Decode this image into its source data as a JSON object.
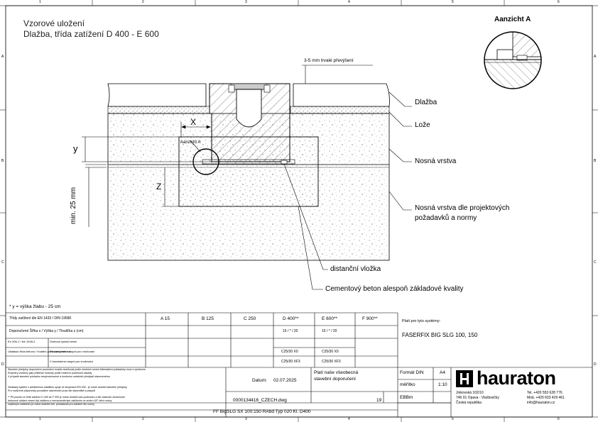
{
  "frame": {
    "col_numbers": [
      "1",
      "2",
      "3",
      "4",
      "5",
      "6"
    ],
    "row_letters": [
      "A",
      "B",
      "C",
      "D"
    ]
  },
  "drawing": {
    "title_line1": "Vzorové uložení",
    "title_line2": "Dlažba, třída zatížení D 400 - E 600",
    "detail_title": "Aanzicht A",
    "detail_marker": "Aanzicht A",
    "gap_note": "3-5 mm trvalé převýšení",
    "labels": {
      "dlazba": "Dlažba",
      "loze": "Lože",
      "nosna": "Nosná vrstva",
      "nosna_proj_1": "Nosná vrstva dle projektových",
      "nosna_proj_2": "požadavků a normy",
      "vlozka": "distanční vložka",
      "beton": "Cementový beton alespoň základové kvality"
    },
    "dims": {
      "x": "X",
      "y": "y",
      "z": "Z",
      "min": "min. 25 mm"
    },
    "footnote": "* y = výška žlabu - 25 cm"
  },
  "table": {
    "norm_label": "Třídy zatížení dle EN 1433 / DIN 19580",
    "classes": [
      "A 15",
      "B 125",
      "C 250",
      "D 400**",
      "E 600**",
      "F 900**"
    ],
    "row2_label": "Doporučené  Šířka x / Výška y / Tloušťka z (cm)",
    "d400_dims": "15 / * / 20",
    "e600_dims": "15 / * / 20",
    "row3a_left": "En 206-1 / fce 1045-2",
    "row3a_mid": "Ocelová výztuž beton",
    "row3b_left": "Ukládací třída betonu / Kvalitní požadavky betonu",
    "row3b_mid": "Při zaručeném stupni pro vnořování",
    "row3c_mid": "V konzistenci stupni pro vnořování",
    "c25_30_x0": "C25/30 X0",
    "c25_30_xf3": "C25/30 XF3",
    "valid_for": "Platí pro tyto systémy:",
    "system": "FASERFIX BIG SLG  100, 150"
  },
  "title_block": {
    "notes": [
      "Stavební předpisy doporučení provedení musíte dodržovat podle místních norem Alternativní požadavky musí s výrobcem",
      "Rozměry uvedeny jako přibližné hodnoty podle místních podmínek zásady",
      "V případě stavební pokladou nevyhodnocené a kontrolou ostatních předpisů stanovenému",
      "Vkládaný systém s předběžnou stabilitou spoje ve skupinách EN 206 - je nutné dodržet stavební předpisy",
      "Pro rozšířené připomínky provádění stavebních prací dle staveniště a pokynů",
      "** Při použití ve třídě zatížení D 400 až F 900 je nutné dodržet tuto podmínku a dle vlastních zkušeností",
      "betonové uložení nesmí být zatíženo s nerovnoměrným zatížením ve směru 45° čelní roviny",
      "zvýšeným zatížením je nutné dodržet min. požadavek pro zatížení dle normy"
    ],
    "datum_label": "Datum:",
    "datum": "02.07.2025",
    "platnost_1": "Platí naše všeobecná",
    "platnost_2": "stavební doporučení",
    "drawing_no": "0000134416_CZECH.dwg",
    "page": "19",
    "format_label": "Formát DIN",
    "format": "A4",
    "scale_label": "měřítko",
    "scale": "1:10",
    "author": "EBBm",
    "product_code": "FF BigSLG SX 100:150  RAbd Typ 020 Kl. D400",
    "company": "hauraton",
    "address_1": "Jinkovská 102/10",
    "address_2": "746 01 Opava - Vlaštovičky",
    "address_3": "Česká republika",
    "tel": "Tel. +420 553 628 776",
    "mob": "Mob. +420 603 429 461",
    "email": "info@hauraton.cz"
  }
}
